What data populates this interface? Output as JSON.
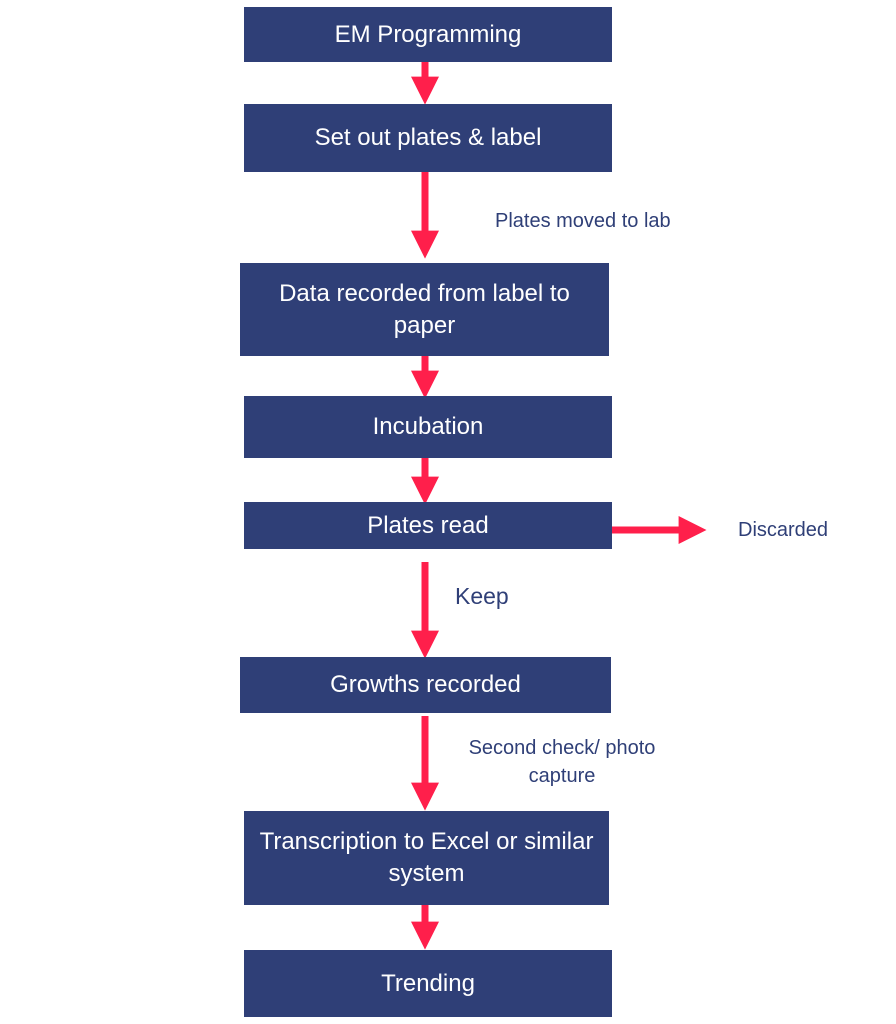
{
  "colors": {
    "box_fill": "#2f3f77",
    "box_text": "#ffffff",
    "arrow": "#ff1f4b",
    "label_text": "#2f3f77"
  },
  "steps": {
    "em_programming": "EM Programming",
    "set_out_plates": "Set out plates & label",
    "data_recorded_line1": "Data recorded from label to",
    "data_recorded_line2": "paper",
    "incubation": "Incubation",
    "plates_read": "Plates read",
    "growths_recorded": "Growths recorded",
    "transcription_line1": "Transcription to Excel or similar",
    "transcription_line2": "system",
    "trending": "Trending"
  },
  "edge_labels": {
    "plates_moved": "Plates moved to lab",
    "discarded": "Discarded",
    "keep": "Keep",
    "second_check_line1": "Second check/ photo",
    "second_check_line2": "capture"
  }
}
